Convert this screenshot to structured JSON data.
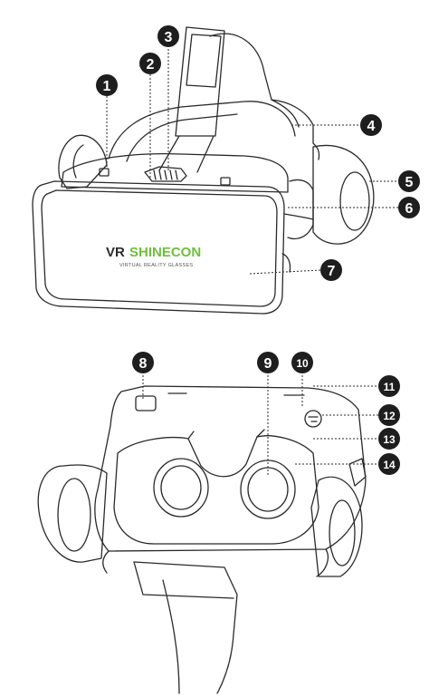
{
  "brand": {
    "name_prefix": "VR",
    "name_main": "SHINECON",
    "tagline": "VIRTUAL REALITY GLASSES",
    "colors": {
      "prefix": "#2c2c2c",
      "main": "#6fbf3c"
    }
  },
  "callouts": [
    {
      "number": "1"
    },
    {
      "number": "2"
    },
    {
      "number": "3"
    },
    {
      "number": "4"
    },
    {
      "number": "5"
    },
    {
      "number": "6"
    },
    {
      "number": "7"
    },
    {
      "number": "8"
    },
    {
      "number": "9"
    },
    {
      "number": "10"
    },
    {
      "number": "11"
    },
    {
      "number": "12"
    },
    {
      "number": "13"
    },
    {
      "number": "14"
    }
  ],
  "colors": {
    "line": "#2a2a2a",
    "badge": "#1e1e1e",
    "badge_text": "#ffffff"
  }
}
